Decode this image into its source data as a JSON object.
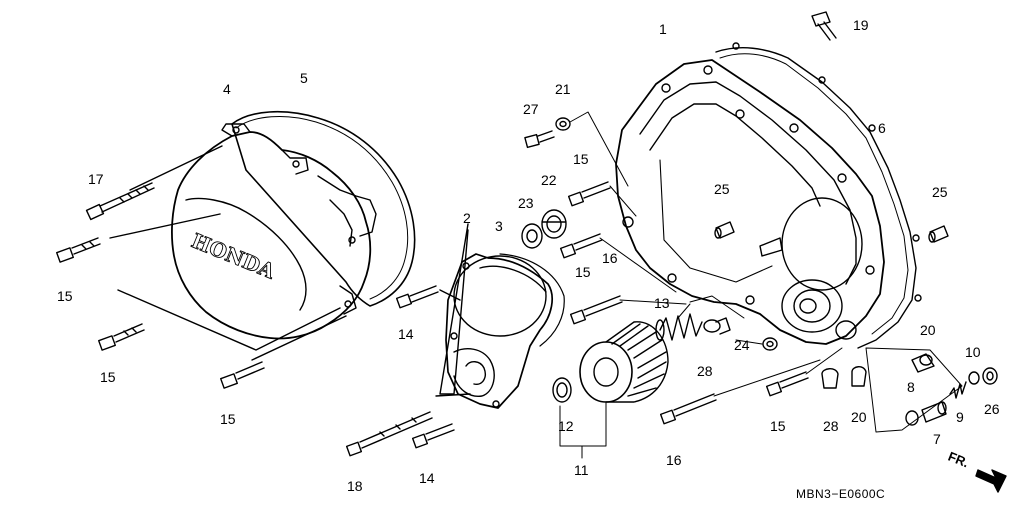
{
  "diagram": {
    "code": "MBN3−E0600C",
    "direction_label": "FR.",
    "brand_text": "HONDA",
    "part_numbers": [
      "1",
      "2",
      "3",
      "4",
      "5",
      "6",
      "7",
      "8",
      "9",
      "10",
      "11",
      "12",
      "13",
      "14",
      "15",
      "16",
      "17",
      "18",
      "19",
      "20",
      "21",
      "22",
      "23",
      "24",
      "25",
      "26",
      "27",
      "28"
    ],
    "labels": {
      "n1": "1",
      "n2": "2",
      "n3": "3",
      "n4": "4",
      "n5": "5",
      "n6": "6",
      "n7": "7",
      "n8": "8",
      "n9": "9",
      "n10": "10",
      "n11": "11",
      "n12": "12",
      "n13": "13",
      "n14a": "14",
      "n14b": "14",
      "n15a": "15",
      "n15b": "15",
      "n15c": "15",
      "n15d": "15",
      "n15e": "15",
      "n15f": "15",
      "n16a": "16",
      "n16b": "16",
      "n17": "17",
      "n18": "18",
      "n19": "19",
      "n20a": "20",
      "n20b": "20",
      "n21": "21",
      "n22": "22",
      "n23": "23",
      "n24": "24",
      "n25a": "25",
      "n25b": "25",
      "n26": "26",
      "n27": "27",
      "n28a": "28",
      "n28b": "28"
    }
  }
}
